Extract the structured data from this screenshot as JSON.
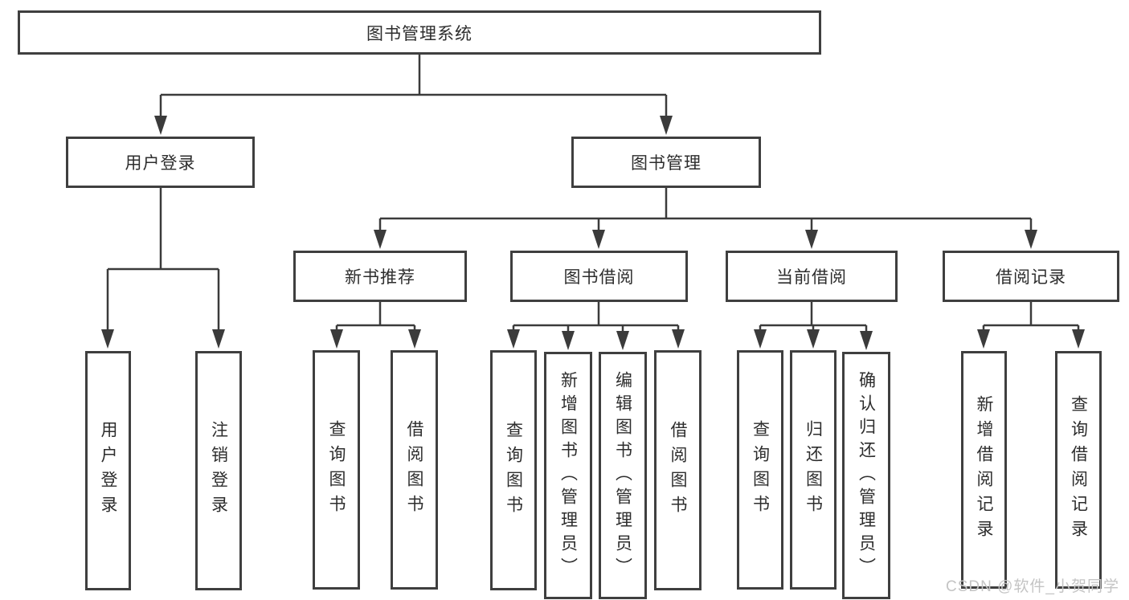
{
  "diagram": {
    "type": "hierarchy-tree",
    "title": "图书管理系统",
    "watermark": "CSDN @软件_小贺同学",
    "colors": {
      "background": "#ffffff",
      "box_border": "#3f3f3f",
      "line": "#3b3b3b",
      "text": "#2d2d2d",
      "watermark_text": "#c4c4c4"
    },
    "nodes": {
      "root": {
        "label": "图书管理系统"
      },
      "level2": [
        {
          "id": "user-login",
          "label": "用户登录",
          "parent": "图书管理系统"
        },
        {
          "id": "book-management",
          "label": "图书管理",
          "parent": "图书管理系统"
        }
      ],
      "level3": [
        {
          "id": "new-book-recommend",
          "label": "新书推荐",
          "parent": "图书管理"
        },
        {
          "id": "book-borrowing",
          "label": "图书借阅",
          "parent": "图书管理"
        },
        {
          "id": "current-borrowing",
          "label": "当前借阅",
          "parent": "图书管理"
        },
        {
          "id": "borrowing-records",
          "label": "借阅记录",
          "parent": "图书管理"
        }
      ],
      "leaves": {
        "user_login": [
          {
            "label": "用户登录"
          },
          {
            "label": "注销登录"
          }
        ],
        "new_book_recommend": [
          {
            "label": "查询图书"
          },
          {
            "label": "借阅图书"
          }
        ],
        "book_borrowing": [
          {
            "label": "查询图书"
          },
          {
            "label": "新增图书（管理员）"
          },
          {
            "label": "编辑图书（管理员）"
          },
          {
            "label": "借阅图书"
          }
        ],
        "current_borrowing": [
          {
            "label": "查询图书"
          },
          {
            "label": "归还图书"
          },
          {
            "label": "确认归还（管理员）"
          }
        ],
        "borrowing_records": [
          {
            "label": "新增借阅记录"
          },
          {
            "label": "查询借阅记录"
          }
        ]
      }
    }
  }
}
